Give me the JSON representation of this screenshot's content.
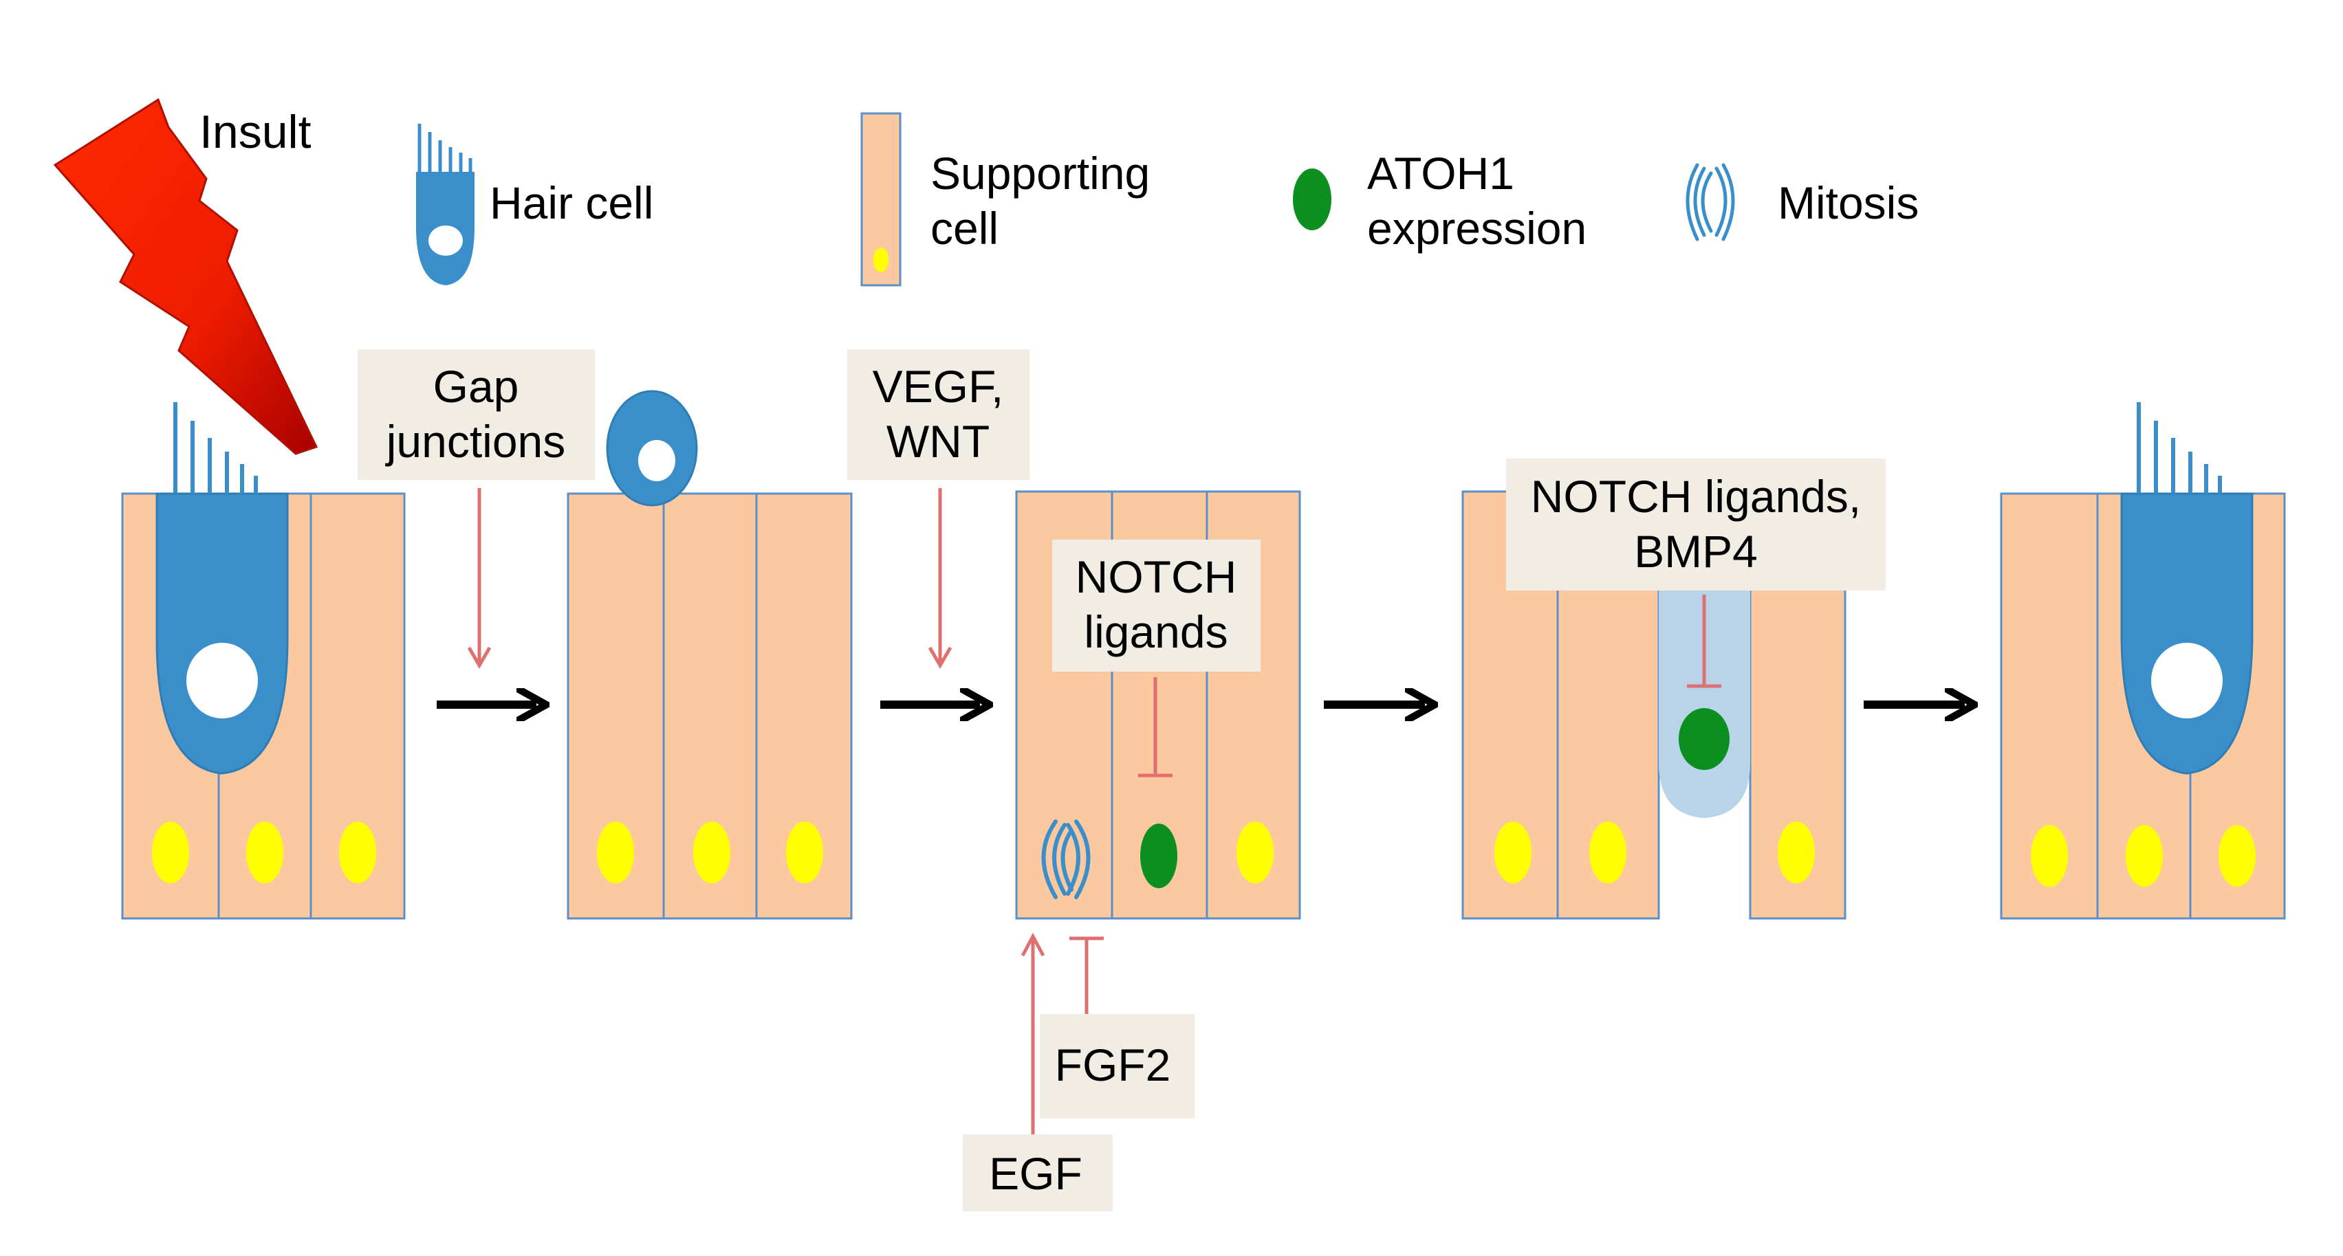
{
  "colors": {
    "supporting_cell": "#fbc8a0",
    "cell_border": "#5b8fc7",
    "hair_cell": "#3a8fcb",
    "nucleus_yellow": "#ffff00",
    "atoh1_green": "#0b8f1f",
    "signal_red": "#e07070",
    "label_box": "#f1ede4",
    "arrow_black": "#000000",
    "insult_red": "#ee1c00",
    "fading_cell": "#b9d3e8"
  },
  "legend": {
    "insult": "Insult",
    "hair_cell": "Hair cell",
    "supporting_cell_line1": "Supporting",
    "supporting_cell_line2": "cell",
    "atoh1_line1": "ATOH1",
    "atoh1_line2": "expression",
    "mitosis": "Mitosis"
  },
  "icons": [
    "lightning-bolt-icon",
    "hair-cell-icon",
    "supporting-cell-icon",
    "atoh1-dot-icon",
    "mitosis-icon"
  ],
  "signals": {
    "gap_line1": "Gap",
    "gap_line2": "junctions",
    "vegf_line1": "VEGF,",
    "vegf_line2": "WNT",
    "notch_line1": "NOTCH",
    "notch_line2": "ligands",
    "notch_bmp_line1": "NOTCH ligands,",
    "notch_bmp_line2": "BMP4",
    "fgf2": "FGF2",
    "egf": "EGF"
  }
}
